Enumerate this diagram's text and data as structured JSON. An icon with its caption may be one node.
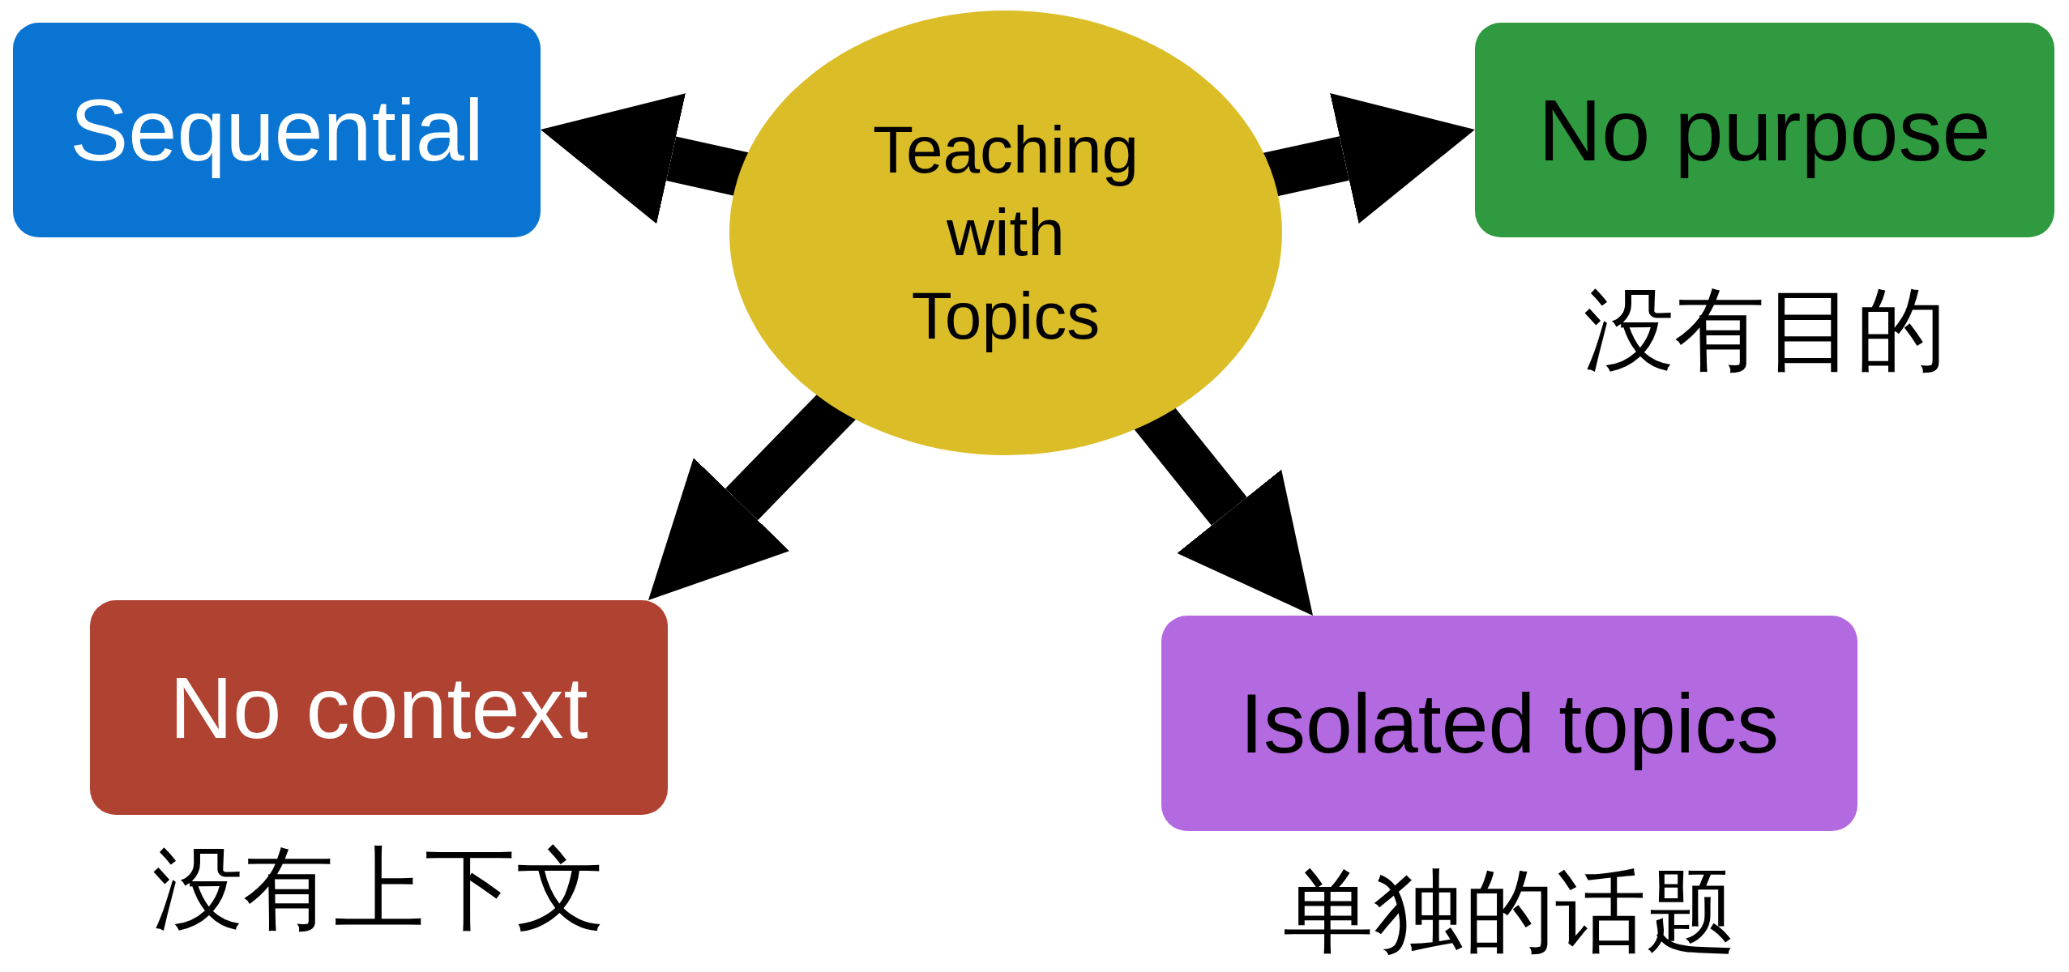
{
  "diagram": {
    "nodes": [
      {
        "text": [
          "Teaching with Topics"
        ]
      },
      {
        "text": [
          "Sequential"
        ]
      },
      {
        "text": [
          "No purpose"
        ],
        "beside": [
          "没有目的"
        ]
      },
      {
        "text": [
          "No context"
        ],
        "beside": [
          "没有上下文"
        ]
      },
      {
        "text": [
          "Isolated topics"
        ],
        "beside": [
          "单独的话题"
        ]
      }
    ],
    "edges": [
      {
        "from": 0,
        "to": 1,
        "arrow": "to"
      },
      {
        "from": 0,
        "to": 2,
        "arrow": "to"
      },
      {
        "from": 0,
        "to": 3,
        "arrow": "to"
      },
      {
        "from": 0,
        "to": 4,
        "arrow": "to"
      }
    ]
  }
}
